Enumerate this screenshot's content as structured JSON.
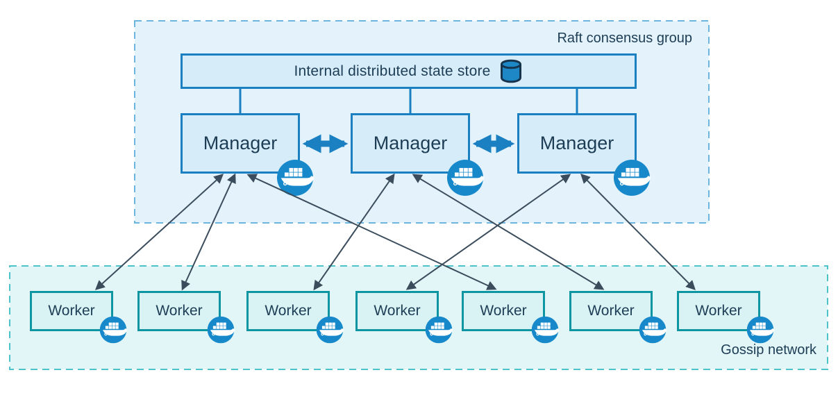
{
  "diagram": {
    "raft_group": {
      "label": "Raft consensus group",
      "state_store": {
        "label": "Internal distributed state store",
        "icon": "database-icon"
      },
      "managers": [
        {
          "label": "Manager",
          "icon": "docker-whale-icon"
        },
        {
          "label": "Manager",
          "icon": "docker-whale-icon"
        },
        {
          "label": "Manager",
          "icon": "docker-whale-icon"
        }
      ]
    },
    "gossip_network": {
      "label": "Gossip network",
      "workers": [
        {
          "label": "Worker",
          "icon": "docker-whale-icon"
        },
        {
          "label": "Worker",
          "icon": "docker-whale-icon"
        },
        {
          "label": "Worker",
          "icon": "docker-whale-icon"
        },
        {
          "label": "Worker",
          "icon": "docker-whale-icon"
        },
        {
          "label": "Worker",
          "icon": "docker-whale-icon"
        },
        {
          "label": "Worker",
          "icon": "docker-whale-icon"
        },
        {
          "label": "Worker",
          "icon": "docker-whale-icon"
        }
      ]
    },
    "connections": {
      "manager_to_manager": [
        {
          "from": 0,
          "to": 1
        },
        {
          "from": 1,
          "to": 2
        }
      ],
      "manager_to_worker": [
        {
          "manager": 0,
          "worker": 0
        },
        {
          "manager": 0,
          "worker": 1
        },
        {
          "manager": 0,
          "worker": 4
        },
        {
          "manager": 1,
          "worker": 2
        },
        {
          "manager": 1,
          "worker": 5
        },
        {
          "manager": 2,
          "worker": 3
        },
        {
          "manager": 2,
          "worker": 6
        }
      ]
    },
    "colors": {
      "raft_fill": "#e3f2fb",
      "raft_border": "#6cb5de",
      "blue_node_fill": "#d7ecf9",
      "blue_node_border": "#1a80c2",
      "gossip_fill": "#e2f6f8",
      "gossip_border": "#4cc3cb",
      "worker_fill": "#d9f3f5",
      "worker_border": "#0d96a1",
      "docker_blue": "#1789cb",
      "database_blue": "#1e88c7",
      "arrow_slate": "#3b4d5c",
      "text_navy": "#1d3d55"
    }
  }
}
